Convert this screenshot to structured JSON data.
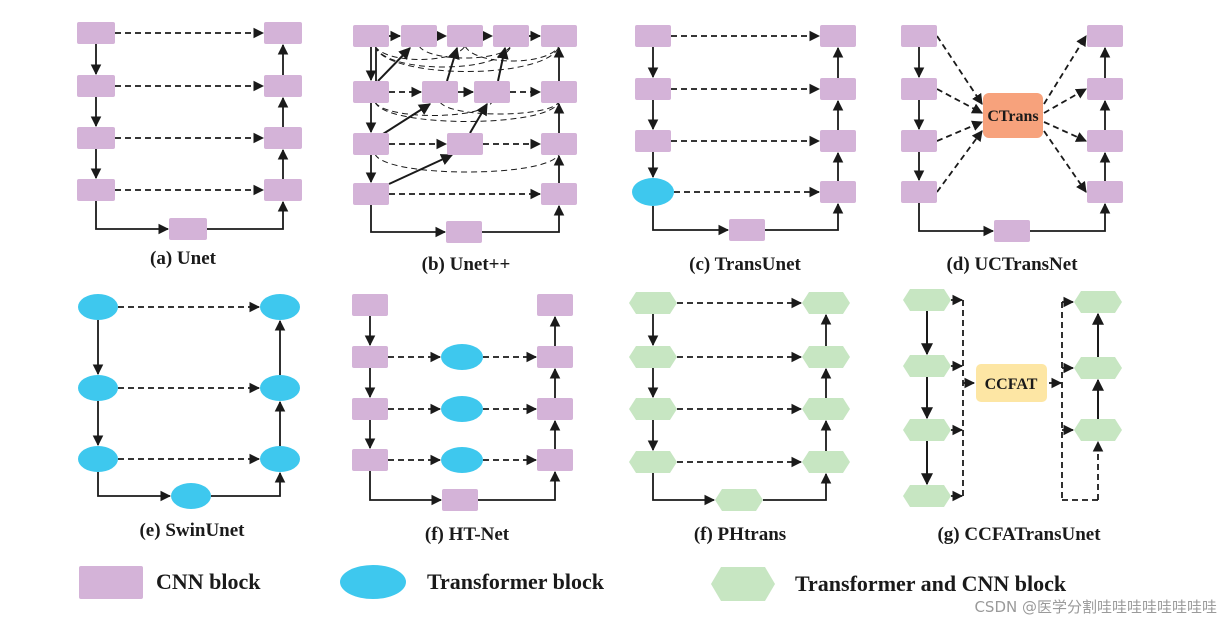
{
  "captions": {
    "a": "(a) Unet",
    "b": "(b) Unet++",
    "c": "(c) TransUnet",
    "d": "(d) UCTransNet",
    "e": "(e) SwinUnet",
    "f": "(f) HT-Net",
    "f2": "(f) PHtrans",
    "g": "(g) CCFATransUnet"
  },
  "modules": {
    "ctrans": "CTrans",
    "ccfat": "CCFAT"
  },
  "legend": {
    "cnn": "CNN block",
    "transformer": "Transformer block",
    "hybrid": "Transformer and CNN block"
  },
  "watermark": "CSDN @医学分割哇哇哇哇哇哇哇哇",
  "colors": {
    "cnn": "#d4b3d8",
    "transformer": "#3ec8ee",
    "hybrid": "#c7e6c2",
    "ctrans": "#f7a27c",
    "ccfat": "#fde6a4",
    "line": "#1a1a1a"
  }
}
